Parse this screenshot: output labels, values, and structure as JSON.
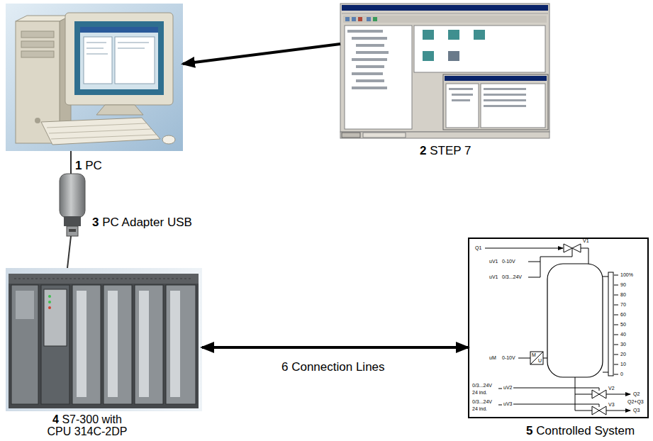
{
  "diagram": {
    "nodes": [
      {
        "text": [
          "1",
          "PC"
        ]
      },
      {
        "text": [
          "2",
          "STEP 7"
        ]
      },
      {
        "text": [
          "3",
          "PC Adapter USB"
        ]
      },
      {
        "text": [
          "4",
          "S7-300 with CPU 314C-2DP"
        ]
      },
      {
        "text": [
          "5",
          "Controlled System"
        ]
      }
    ],
    "edges": [
      {
        "from": 1,
        "to": 0,
        "arrow": "to"
      },
      {
        "from": 0,
        "to": 2,
        "arrow": "none"
      },
      {
        "from": 2,
        "to": 3,
        "arrow": "none"
      },
      {
        "from": 3,
        "to": 4,
        "arrow": "both",
        "label": "6 Connection Lines"
      }
    ],
    "labels": [
      "Q1",
      "V1",
      "uV1",
      "0-10V",
      "uV1",
      "0/3...24V",
      "100%",
      "90",
      "80",
      "70",
      "60",
      "50",
      "40",
      "30",
      "20",
      "10",
      "0",
      "uM",
      "0-10V",
      "M",
      "U",
      "V2",
      "V3",
      "0/3...24V",
      "24 ind.",
      "uV2",
      "0/3...24V",
      "24 ind.",
      "uV3",
      "Q2",
      "Q2+Q3",
      "Q3"
    ]
  }
}
